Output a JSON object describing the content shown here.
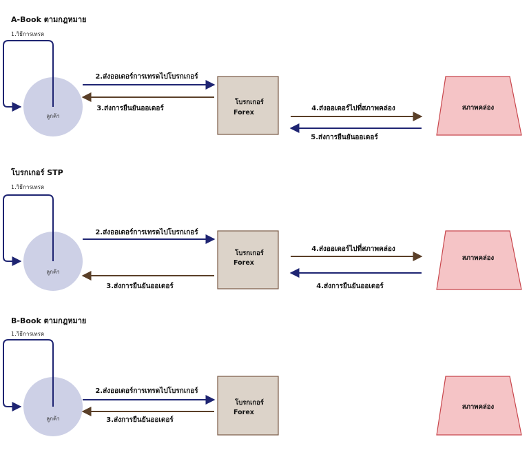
{
  "colors": {
    "client_fill": "#cdd0e6",
    "broker_fill": "#dcd3c9",
    "broker_stroke": "#7a5a45",
    "market_fill": "#f5c4c6",
    "market_stroke": "#c8464c",
    "navy_arrow": "#1e2472",
    "brown_arrow": "#5a3f28"
  },
  "sections": [
    {
      "title": "A-Book ตามกฎหมาย",
      "loop_label": "1.วิธีการเทรด",
      "client_label": "ลูกค้า",
      "broker_label_line1": "โบรกเกอร์",
      "broker_label_line2": "Forex",
      "market_label": "สภาพคล่อง",
      "client_to_broker_label": "2.ส่งออเดอร์การเทรดไปโบรกเกอร์",
      "broker_to_client_label": "3.ส่งการยืนยันออเดอร์",
      "broker_to_market_label": "4.ส่งออเดอร์ไปที่สภาพคล่อง",
      "market_to_broker_label": "5.ส่งการยืนยันออเดอร์"
    },
    {
      "title": "โบรกเกอร์ STP",
      "loop_label": "1.วิธีการเทรด",
      "client_label": "ลูกค้า",
      "broker_label_line1": "โบรกเกอร์",
      "broker_label_line2": "Forex",
      "market_label": "สภาพคล่อง",
      "client_to_broker_label": "2.ส่งออเดอร์การเทรดไปโบรกเกอร์",
      "broker_to_client_label": "3.ส่งการยืนยันออเดอร์",
      "broker_to_market_label": "4.ส่งออเดอร์ไปที่สภาพคล่อง",
      "market_to_broker_label": "4.ส่งการยืนยันออเดอร์"
    },
    {
      "title": "B-Book ตามกฎหมาย",
      "loop_label": "1.วิธีการเทรด",
      "client_label": "ลูกค้า",
      "broker_label_line1": "โบรกเกอร์",
      "broker_label_line2": "Forex",
      "market_label": "สภาพคล่อง",
      "client_to_broker_label": "2.ส่งออเดอร์การเทรดไปโบรกเกอร์",
      "broker_to_client_label": "3.ส่งการยืนยันออเดอร์"
    }
  ]
}
